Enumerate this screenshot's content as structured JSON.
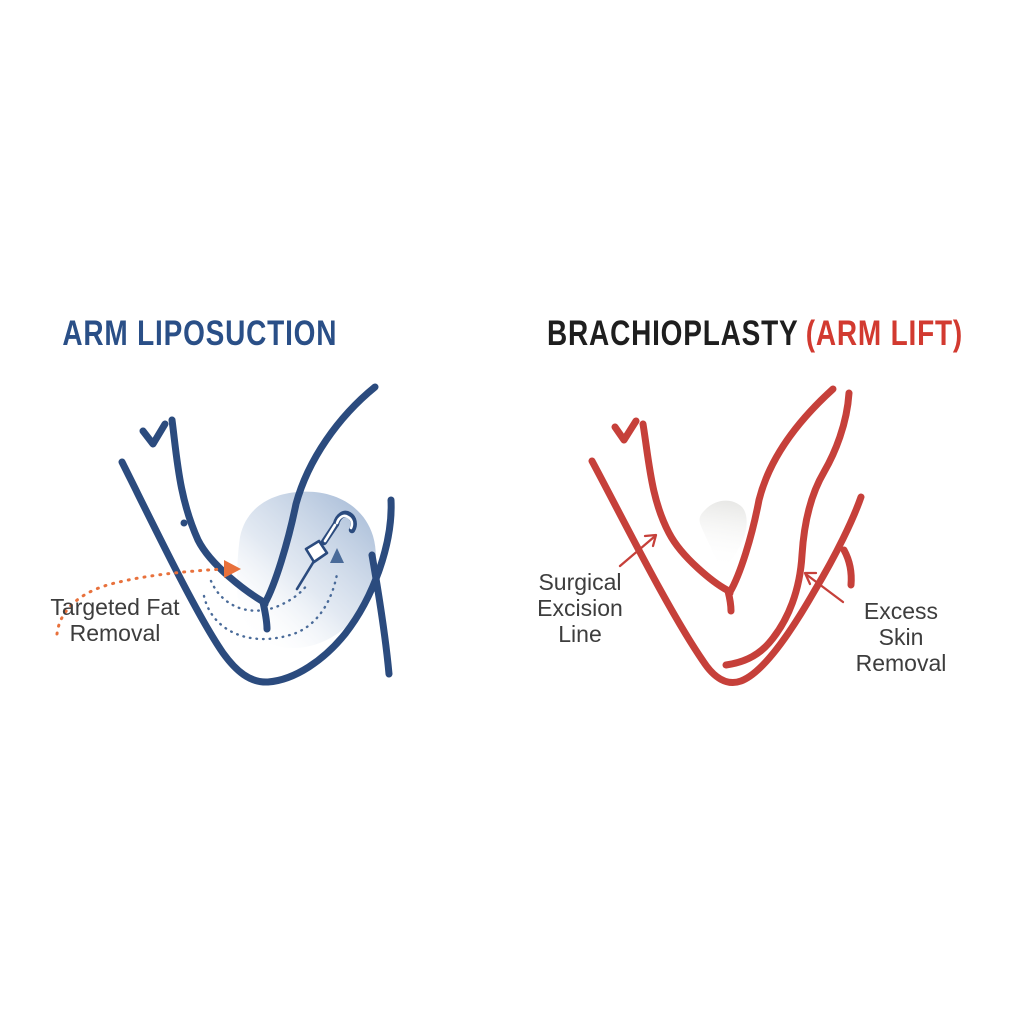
{
  "background_color": "#ffffff",
  "text_color": "#3d3d3d",
  "left_panel": {
    "title": "ARM LIPOSUCTION",
    "title_color": "#2a4f87",
    "line_color": "#2b4b7e",
    "fat_area_color": "#a9bdd8",
    "motion_arrow_color": "#4a6b99",
    "pointer_arrow_color": "#e8713c",
    "label": "Targeted Fat\nRemoval"
  },
  "right_panel": {
    "title_main": "BRACHIOPLASTY",
    "title_accent": "(ARM LIFT)",
    "title_main_color": "#1e1e1e",
    "title_accent_color": "#d23a30",
    "line_color": "#c6403a",
    "shadow_color": "#ececea",
    "label_excision": "Surgical\nExcision\nLine",
    "label_skin": "Excess Skin\nRemoval"
  }
}
